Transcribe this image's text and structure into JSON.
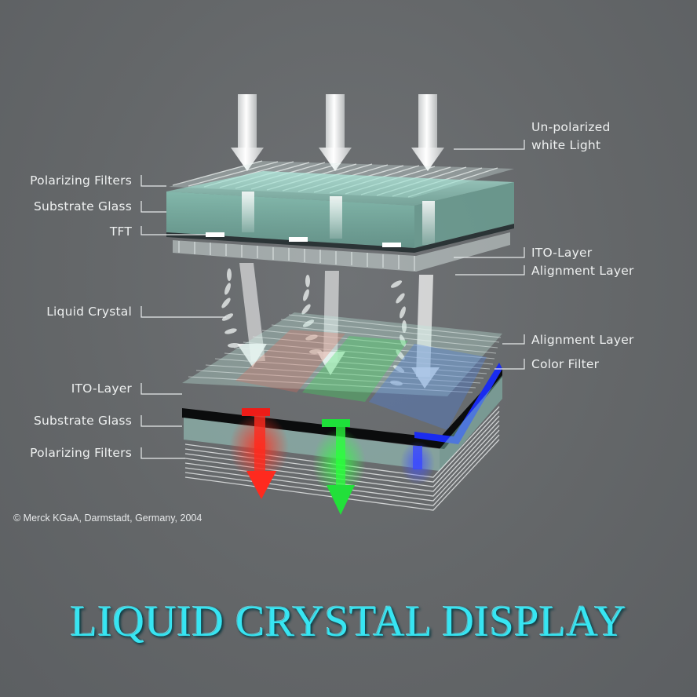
{
  "labels_left": {
    "polarizing_filters_top": "Polarizing Filters",
    "substrate_glass_top": "Substrate Glass",
    "tft": "TFT",
    "liquid_crystal": "Liquid Crystal",
    "ito_layer_bottom": "ITO-Layer",
    "substrate_glass_bottom": "Substrate Glass",
    "polarizing_filters_bottom": "Polarizing Filters"
  },
  "labels_right": {
    "unpolarized_light_line1": "Un-polarized",
    "unpolarized_light_line2": "white Light",
    "ito_layer_top": "ITO-Layer",
    "alignment_layer_top": "Alignment Layer",
    "alignment_layer_bottom": "Alignment Layer",
    "color_filter": "Color Filter"
  },
  "copyright": "© Merck KGaA, Darmstadt, Germany, 2004",
  "title": "LIQUID CRYSTAL DISPLAY",
  "colors": {
    "background": "#666a6c",
    "title": "#37e5f2",
    "red_filter": "#e8201c",
    "green_filter": "#22d83a",
    "blue_filter": "#2233ee",
    "glass": "#9fe3d2"
  }
}
